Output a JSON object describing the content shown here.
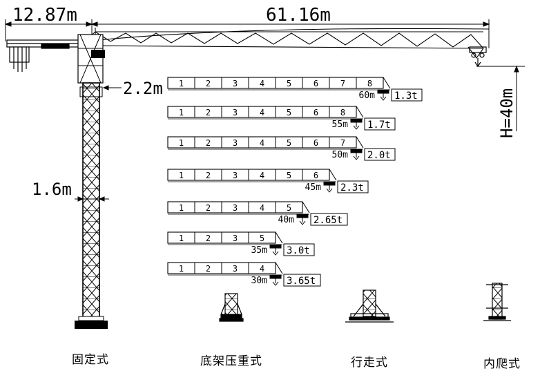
{
  "dimensions": {
    "rear_jib_length": "12.87m",
    "front_jib_length": "61.16m",
    "height": "H=40m",
    "tower_offset": "2.2m",
    "mast_section": "1.6m"
  },
  "load_chart": [
    {
      "sections": [
        "1",
        "2",
        "3",
        "4",
        "5",
        "6",
        "7",
        "8"
      ],
      "radius": "60m",
      "capacity": "1.3t"
    },
    {
      "sections": [
        "1",
        "2",
        "3",
        "4",
        "5",
        "6",
        "8"
      ],
      "radius": "55m",
      "capacity": "1.7t"
    },
    {
      "sections": [
        "1",
        "2",
        "3",
        "4",
        "5",
        "6",
        "7"
      ],
      "radius": "50m",
      "capacity": "2.0t"
    },
    {
      "sections": [
        "1",
        "2",
        "3",
        "4",
        "5",
        "6"
      ],
      "radius": "45m",
      "capacity": "2.3t"
    },
    {
      "sections": [
        "1",
        "2",
        "3",
        "4",
        "5"
      ],
      "radius": "40m",
      "capacity": "2.65t"
    },
    {
      "sections": [
        "1",
        "2",
        "3",
        "5"
      ],
      "radius": "35m",
      "capacity": "3.0t"
    },
    {
      "sections": [
        "1",
        "2",
        "3",
        "4"
      ],
      "radius": "30m",
      "capacity": "3.65t"
    }
  ],
  "base_types": [
    {
      "label": "固定式"
    },
    {
      "label": "底架压重式"
    },
    {
      "label": "行走式"
    },
    {
      "label": "内爬式"
    }
  ]
}
